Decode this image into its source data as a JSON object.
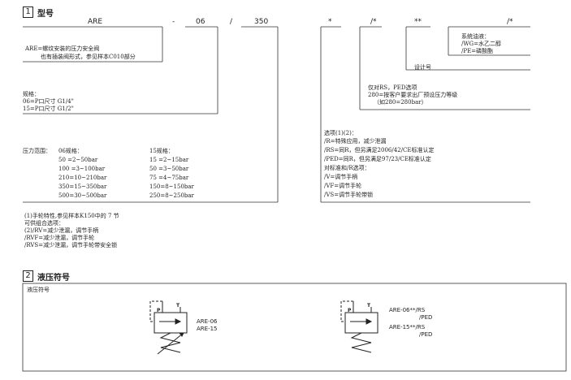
{
  "section1": {
    "number": "1",
    "title": "型号"
  },
  "code": {
    "p1": "ARE",
    "sep1": "-",
    "p2": "06",
    "sep2": "/",
    "p3": "350",
    "p4": "*",
    "p5": "/*",
    "p6": "**",
    "p7": "/*"
  },
  "desc": {
    "are_line1": "ARE=螺纹安装的压力安全阀",
    "are_line2": "也有插装阀形式，参见样本C010部分",
    "size_title": "规格：",
    "size_06": "06=P口尺寸 G1/4\"",
    "size_15": "15=P口尺寸 G1/2\"",
    "pr_title": "压力范围：",
    "pr_06_head": "06规格：",
    "pr_06": [
      "50  =2~50bar",
      "100 =3~100bar",
      "210=10~210bar",
      "350=15~350bar",
      "500=30~500bar"
    ],
    "pr_15_head": "15规格：",
    "pr_15": [
      "15  =2~15bar",
      "50  =3~50bar",
      "75  =4~75bar",
      "150=8~150bar",
      "250=8~250bar"
    ],
    "fluid_title": "系统油液：",
    "fluid_wg": "/WG=水乙二醇",
    "fluid_pe": "/PE=磷酸酯",
    "design": "设计号",
    "rs_line1": "仅对RS，PED选项",
    "rs_line2": "280=按客户要求出厂预设压力等级",
    "rs_line3": "（如280=280bar）",
    "opt_title": "选项(1)(2)：",
    "opt": [
      "/R=特殊应用，减少泄漏",
      "/RS=同R，但另满足2006/42/CE标准认定",
      "/PED=同R，但另满足97/23/CE标准认定",
      "对标准和/R选项：",
      "/V=调节手柄",
      "/VF=调节手轮",
      "/VS=调节手轮带锁"
    ],
    "notes": [
      "(1)手轮特性,参见样本K150中的 7 节",
      "可供组合选项：",
      "(2)/RV=减少泄漏，调节手柄",
      "    /RVF=减少泄漏，调节手轮",
      "/RVS=减少泄漏，调节手轮带安全锁"
    ]
  },
  "section2": {
    "number": "2",
    "title": "液压符号"
  },
  "hydraulic": {
    "box_title": "液压符号",
    "port_p": "P",
    "port_t": "T",
    "label_a1": "ARE-06",
    "label_a2": "ARE-15",
    "label_b1": "ARE-06**/RS",
    "label_b2": "/PED",
    "label_b3": "ARE-15**/RS",
    "label_b4": "/PED"
  }
}
